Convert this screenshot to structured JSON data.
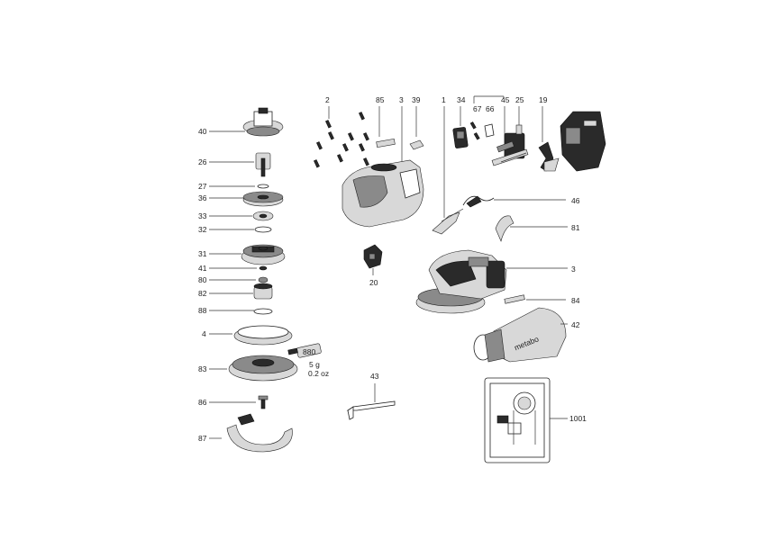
{
  "labels": {
    "l2": "2",
    "l85": "85",
    "l3a": "3",
    "l39": "39",
    "l1": "1",
    "l34": "34",
    "l45": "45",
    "l25": "25",
    "l19": "19",
    "l67": "67",
    "l66": "66",
    "l40": "40",
    "l26": "26",
    "l27": "27",
    "l36": "36",
    "l33": "33",
    "l32": "32",
    "l31": "31",
    "l41": "41",
    "l80": "80",
    "l82": "82",
    "l88": "88",
    "l4": "4",
    "l83": "83",
    "l86": "86",
    "l87": "87",
    "l20": "20",
    "l46": "46",
    "l81": "81",
    "l3b": "3",
    "l84": "84",
    "l42": "42",
    "l43": "43",
    "l1001": "1001"
  },
  "grease": {
    "code": "880",
    "qty_g": "5 g",
    "qty_oz": "0.2 oz"
  },
  "brand": "metabo"
}
